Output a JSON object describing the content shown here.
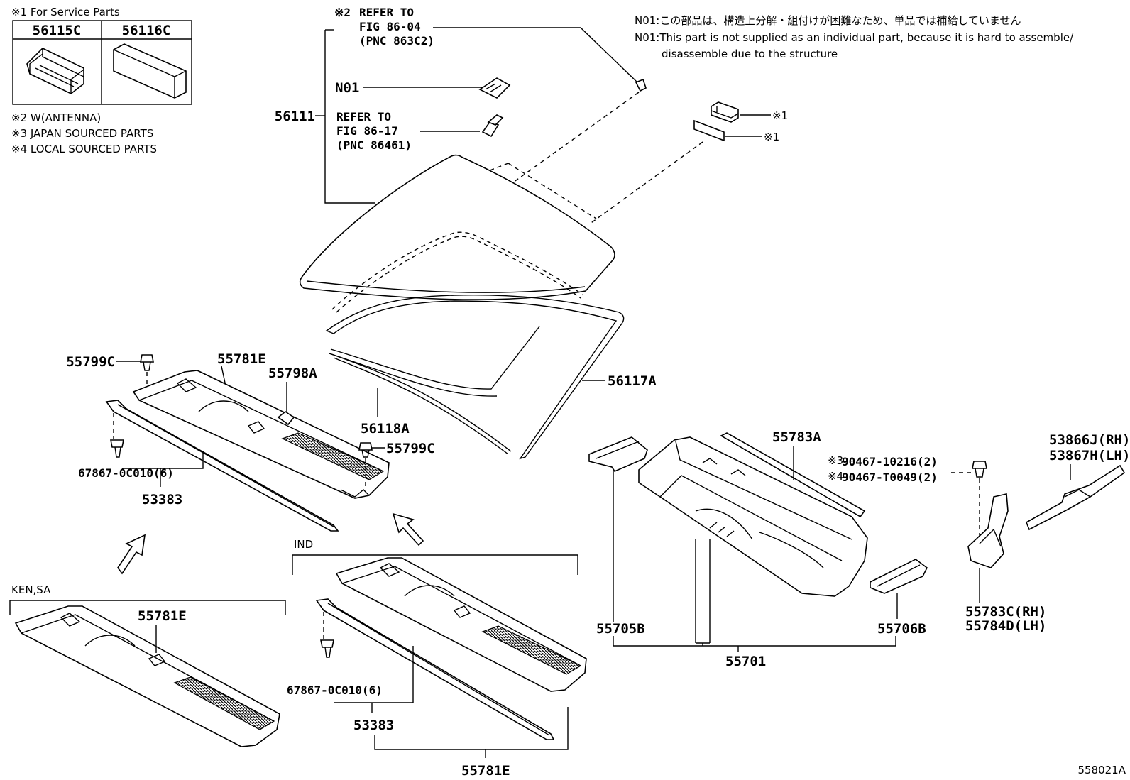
{
  "service_parts_box": {
    "title": "※1 For Service Parts",
    "col1": "56115C",
    "col2": "56116C"
  },
  "legend": {
    "line1": "※2 W(ANTENNA)",
    "line2": "※3 JAPAN SOURCED PARTS",
    "line3": "※4 LOCAL SOURCED PARTS"
  },
  "notes": {
    "jp": "N01:この部品は、構造上分解・組付けが困難なため、単品では補給していません",
    "en1": "N01:This part is not supplied as an individual part, because it is hard to assemble/",
    "en2": "disassemble due to the structure"
  },
  "refs": {
    "refer1_mark": "※2",
    "refer1_l1": "REFER TO",
    "refer1_l2": "FIG 86-04",
    "refer1_l3": "(PNC 863C2)",
    "refer2_l1": "REFER TO",
    "refer2_l2": "FIG 86-17",
    "refer2_l3": "(PNC 86461)"
  },
  "labels": {
    "p56111": "56111",
    "n01": "N01",
    "mark1a": "※1",
    "mark1b": "※1",
    "p56117A": "56117A",
    "p56118A": "56118A",
    "p55799C_a": "55799C",
    "p55799C_b": "55799C",
    "p55781E_a": "55781E",
    "p55798A": "55798A",
    "p67867_a": "67867-0C010(6)",
    "p53383_a": "53383",
    "p55783A": "55783A",
    "p90467a_mark": "※3",
    "p90467a": "90467-10216(2)",
    "p90467b_mark": "※4",
    "p90467b": "90467-T0049(2)",
    "p53866J": "53866J(RH)",
    "p53867H": "53867H(LH)",
    "p55705B": "55705B",
    "p55706B": "55706B",
    "p55701": "55701",
    "p55783C": "55783C(RH)",
    "p55784D": "55784D(LH)",
    "ind": "IND",
    "kensa": "KEN,SA",
    "p55781E_b": "55781E",
    "p67867_b": "67867-0C010(6)",
    "p53383_b": "53383",
    "p55781E_c": "55781E",
    "fig_id": "558021A"
  }
}
